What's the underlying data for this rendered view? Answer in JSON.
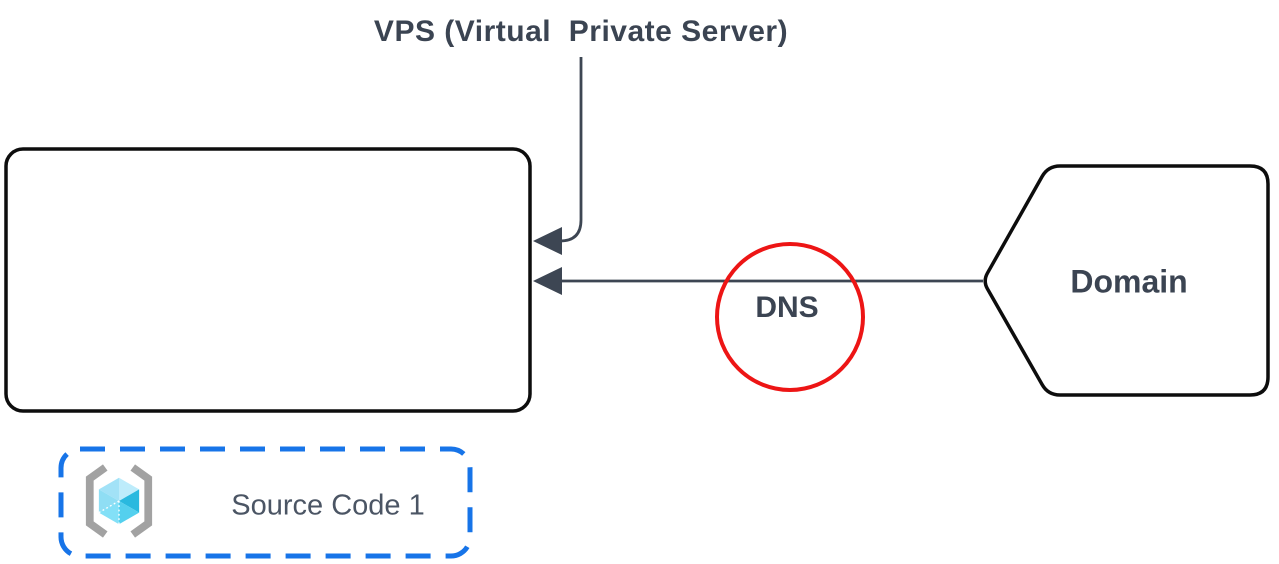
{
  "diagram": {
    "title": "VPS (Virtual  Private Server)",
    "dns_badge": {
      "label": "DNS"
    },
    "domain_node": {
      "label": "Domain"
    },
    "vps_node": {
      "label": ""
    },
    "source_code_node": {
      "label": "Source Code 1",
      "icon": "cube-in-brackets-icon"
    },
    "colors": {
      "connector": "#3d4653",
      "shape_stroke": "#0d0d0d",
      "dns_red": "#ed1515",
      "source_blue": "#1774e8",
      "text_dark": "#3b4452",
      "source_text": "#4b5564",
      "icon_bracket_gray": "#a2a2a2",
      "cube_light_blue": "#a9e6f9",
      "cube_dark_cyan": "#29b9df"
    }
  }
}
